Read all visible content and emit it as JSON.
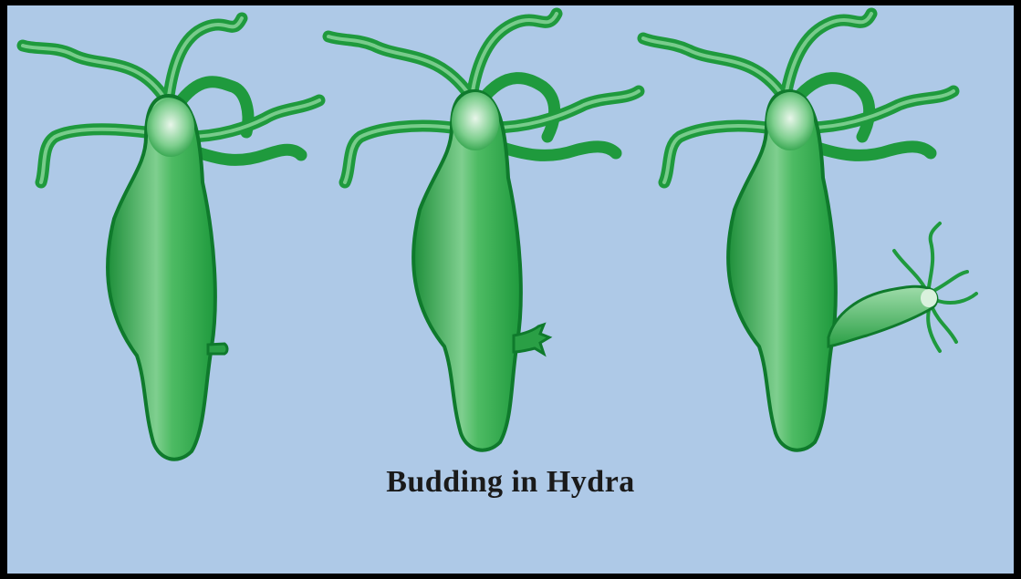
{
  "caption": "Budding in Hydra",
  "colors": {
    "background": "#aec9e7",
    "frame": "#000000",
    "hydra_body": "#2fa64a",
    "hydra_outline": "#0f7a2c",
    "hydra_highlight": "#c9ead0",
    "caption_text": "#1a1a1a"
  },
  "stages": [
    {
      "id": "stage-1",
      "bud": "small bump"
    },
    {
      "id": "stage-2",
      "bud": "bud with tentacle buds"
    },
    {
      "id": "stage-3",
      "bud": "young hydra with tentacles"
    }
  ]
}
